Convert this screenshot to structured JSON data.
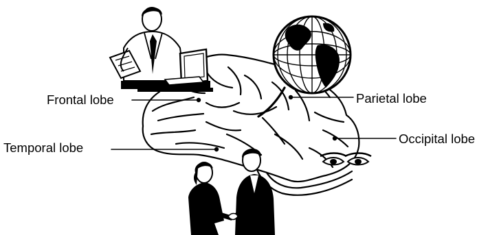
{
  "diagram": {
    "labels": {
      "frontal": "Frontal lobe",
      "parietal": "Parietal lobe",
      "occipital": "Occipital lobe",
      "temporal": "Temporal lobe"
    },
    "illustrations": {
      "top_left": "man-reading-at-computer-icon",
      "top_right": "globe-icon",
      "bottom": "handshake-icon",
      "right": "eyes-icon"
    },
    "colors": {
      "ink": "#000000",
      "paper": "#ffffff"
    }
  }
}
